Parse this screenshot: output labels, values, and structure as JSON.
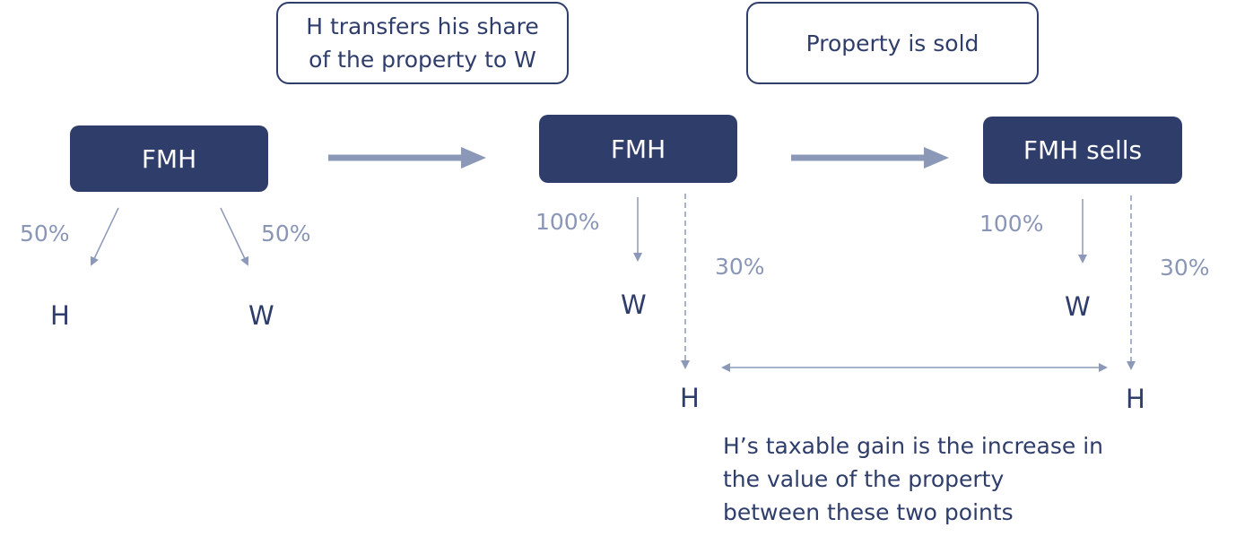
{
  "callouts": {
    "transfer": {
      "line1": "H transfers his share",
      "line2": "of the property to W"
    },
    "sold": "Property is sold"
  },
  "stage1": {
    "node": "FMH",
    "left_pct": "50%",
    "right_pct": "50%",
    "left_party": "H",
    "right_party": "W"
  },
  "stage2": {
    "node": "FMH",
    "solid_pct": "100%",
    "dashed_pct": "30%",
    "solid_party": "W",
    "dashed_party": "H"
  },
  "stage3": {
    "node": "FMH sells",
    "solid_pct": "100%",
    "dashed_pct": "30%",
    "solid_party": "W",
    "dashed_party": "H"
  },
  "note": {
    "line1": "H’s taxable gain is the increase in",
    "line2": "the value of the property",
    "line3": "between these two points"
  },
  "colors": {
    "navy": "#2f3d6b",
    "arrow": "#8c98b8",
    "percent": "#8a96b6"
  }
}
